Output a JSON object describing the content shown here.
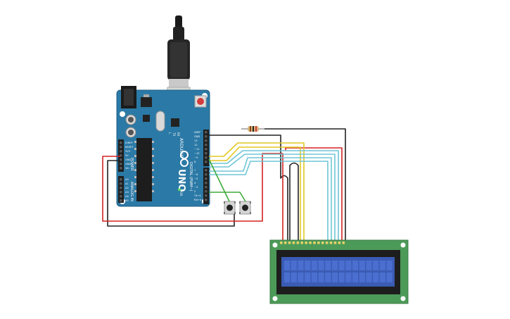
{
  "board": {
    "brand": "ARDUINO",
    "model": "UNO",
    "tx_label": "TX",
    "rx_label": "RX",
    "l_label": "L",
    "on_label": "ON",
    "power_label": "POWER",
    "analog_label": "ANALOG IN",
    "digital_label": "DIGITAL (PWM~)",
    "power_pins": [
      "IOREF",
      "RESET",
      "3V3",
      "5V",
      "GND",
      "GND",
      "Vin"
    ],
    "analog_pins": [
      "A0",
      "A1",
      "A2",
      "A3",
      "A4",
      "A5"
    ],
    "header_top": [
      "AREF",
      "GND",
      "13",
      "12",
      "~11",
      "~10",
      "~9",
      "8"
    ],
    "header_bottom": [
      "7",
      "~6",
      "~5",
      "4",
      "~3",
      "2",
      "TX→1",
      "RX←0"
    ]
  },
  "colors": {
    "board": "#2b79a6",
    "lcd_pcb": "#4c9a58",
    "lcd_screen": "#3b5bb4",
    "wire_red": "#d32222",
    "wire_black": "#222222",
    "wire_yellow": "#e3c821",
    "wire_green": "#3faa3a",
    "wire_cyan": "#6ec6d6"
  }
}
